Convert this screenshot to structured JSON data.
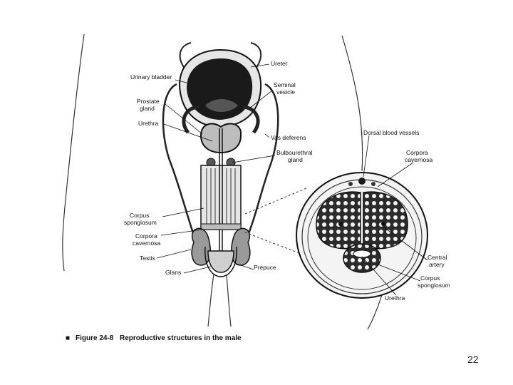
{
  "labels": {
    "ureter": "Ureter",
    "urinary_bladder": "Urinary bladder",
    "seminal_vesicle": [
      "Seminal",
      "vesicle"
    ],
    "prostate_gland": [
      "Prostate",
      "gland"
    ],
    "urethra_left": "Urethra",
    "vas_deferens": "Vas deferens",
    "bulbourethral_gland": [
      "Bulbourethral",
      "gland"
    ],
    "corpus_spongiosum_left": [
      "Corpus",
      "spongiosum"
    ],
    "corpora_cavernosa_left": [
      "Corpora",
      "cavernosa"
    ],
    "testis": "Testis",
    "glans": "Glans",
    "prepuce": "Prepuce",
    "dorsal_blood_vessels": "Dorsal blood vessels",
    "corpora_cavernosa_right": [
      "Corpora",
      "cavernosa"
    ],
    "central_artery": [
      "Central",
      "artery"
    ],
    "corpus_spongiosum_right": [
      "Corpus",
      "spongiosum"
    ],
    "urethra_right": "Urethra"
  },
  "caption": {
    "marker": "■",
    "figure": "Figure 24-8",
    "title": "Reproductive structures in the male"
  },
  "page_number": "22",
  "colors": {
    "ink": "#111111",
    "dark_fill": "#1a1a1a",
    "tissue": "#e6e6e6"
  }
}
